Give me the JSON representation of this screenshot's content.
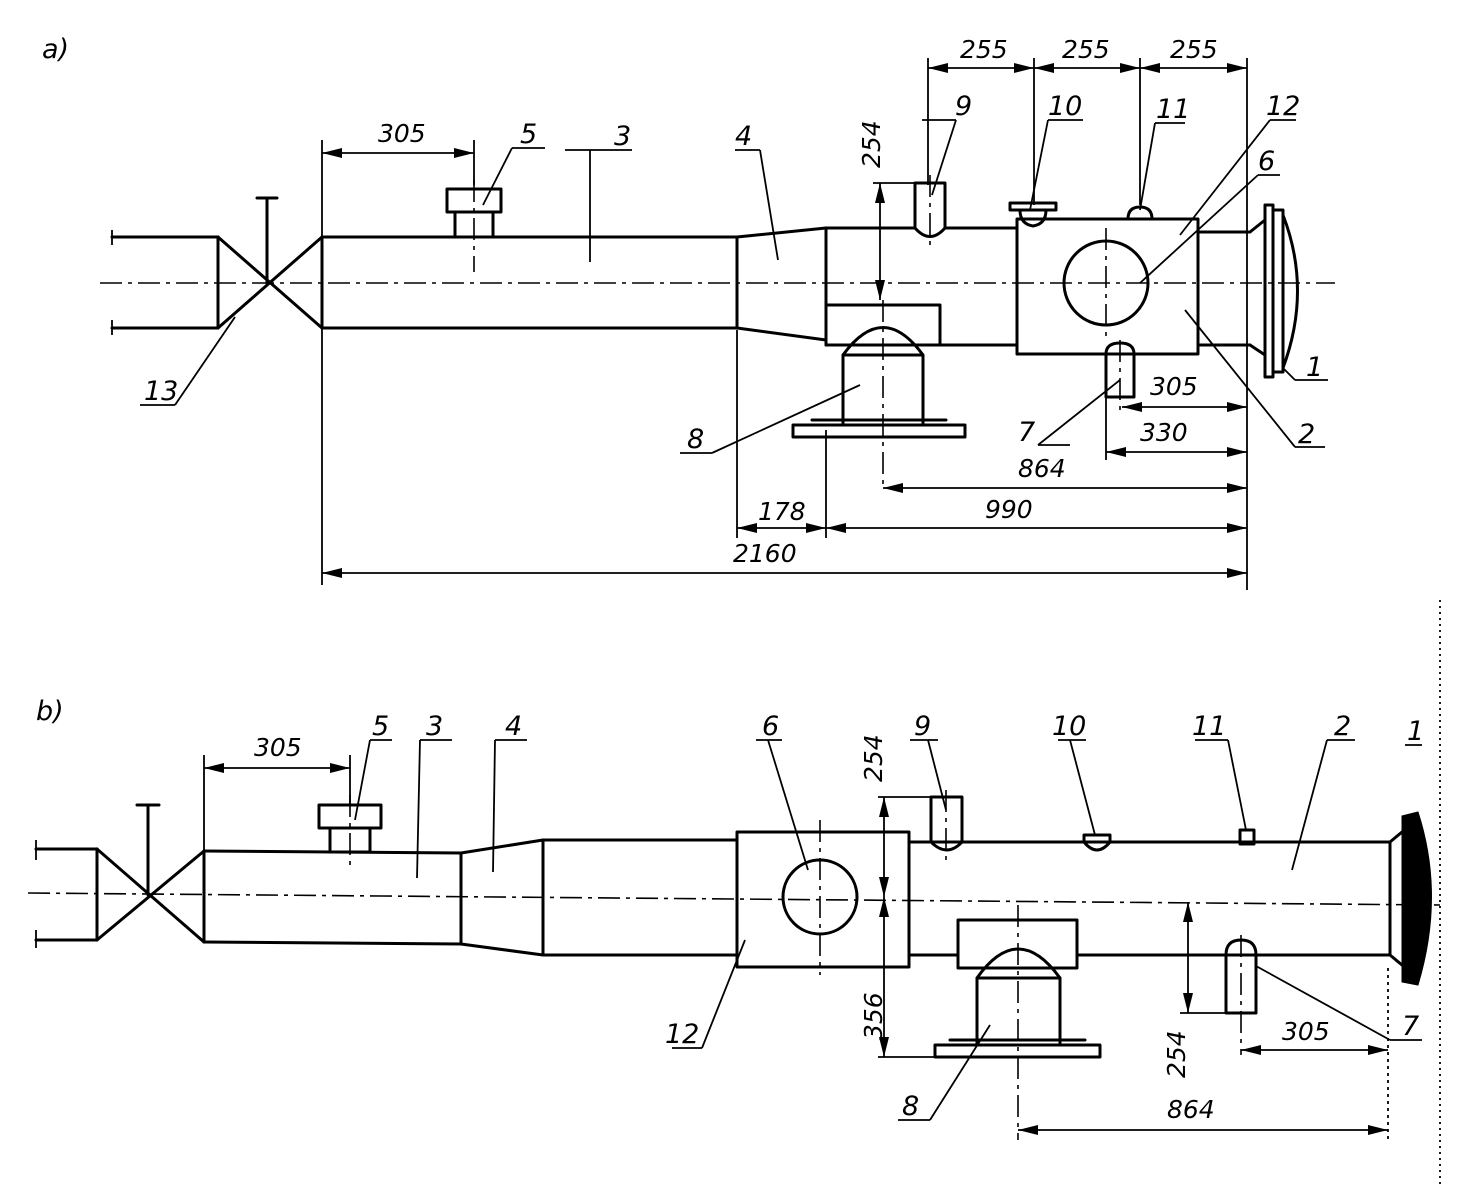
{
  "panel_a": {
    "tag": "a)",
    "labels": [
      "1",
      "2",
      "3",
      "4",
      "5",
      "6",
      "7",
      "8",
      "9",
      "10",
      "11",
      "12",
      "13"
    ],
    "dims": {
      "d255_1": "255",
      "d255_2": "255",
      "d255_3": "255",
      "d305_top": "305",
      "d254": "254",
      "d305_right": "305",
      "d330": "330",
      "d864": "864",
      "d178": "178",
      "d990": "990",
      "d2160": "2160"
    }
  },
  "panel_b": {
    "tag": "b)",
    "labels": [
      "1",
      "2",
      "3",
      "4",
      "5",
      "6",
      "7",
      "8",
      "9",
      "10",
      "11",
      "12"
    ],
    "dims": {
      "d305_top": "305",
      "d254_top": "254",
      "d356": "356",
      "d254_bottom": "254",
      "d305_right": "305",
      "d864": "864"
    }
  }
}
